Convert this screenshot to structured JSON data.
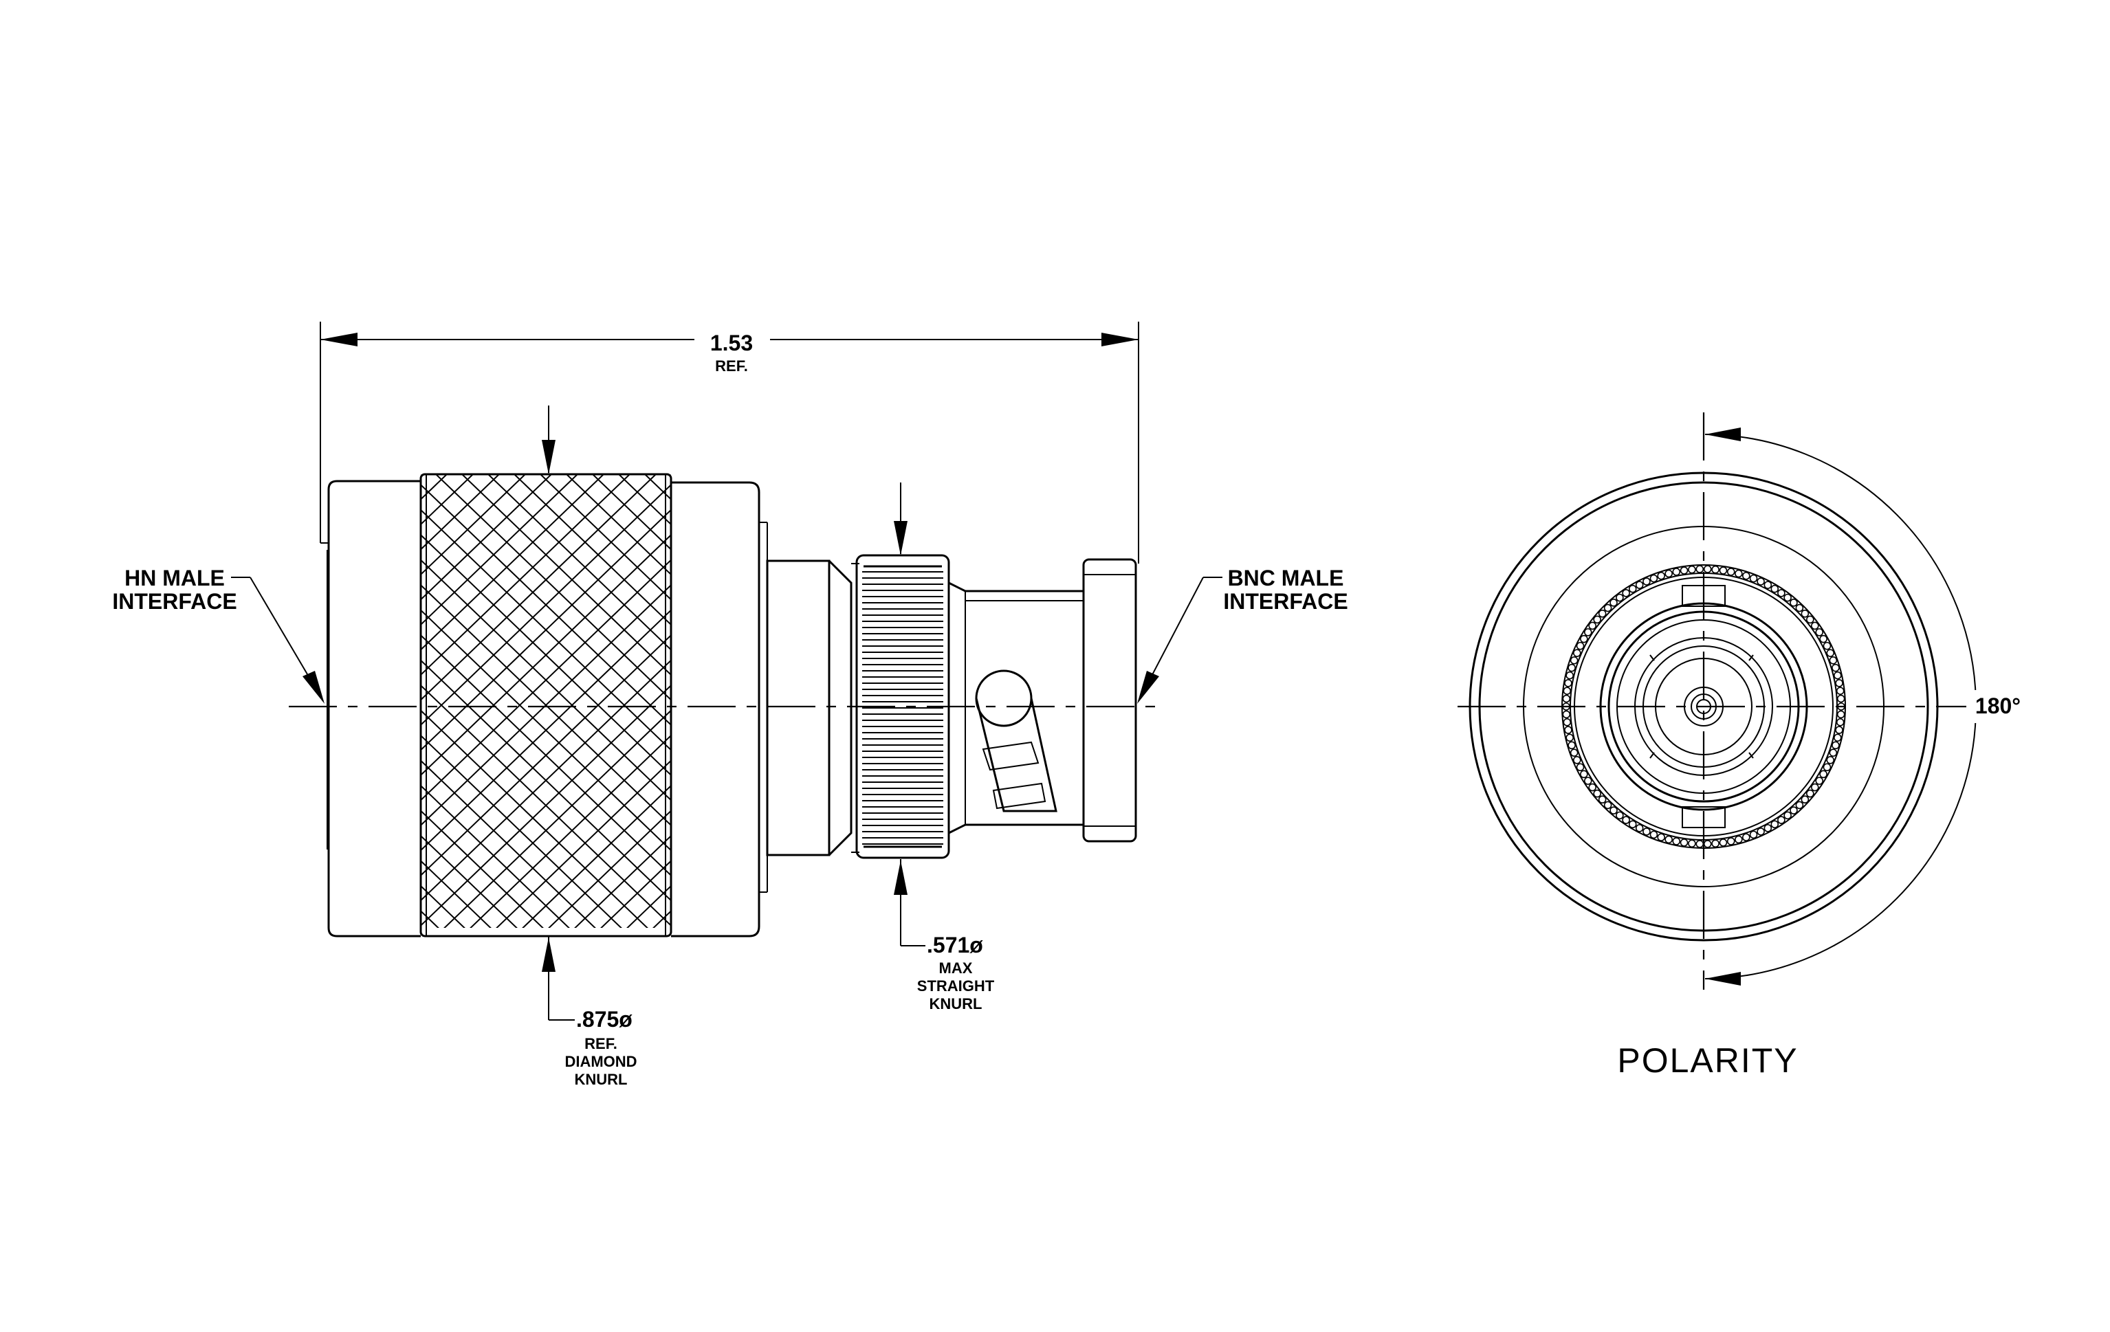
{
  "dimensions": {
    "overall_length": "1.53",
    "overall_length_note": "REF.",
    "diamond_knurl_diameter": ".875ø",
    "diamond_knurl_line1": "REF.",
    "diamond_knurl_line2": "DIAMOND",
    "diamond_knurl_line3": "KNURL",
    "straight_knurl_diameter": ".571ø",
    "straight_knurl_line1": "MAX",
    "straight_knurl_line2": "STRAIGHT",
    "straight_knurl_line3": "KNURL"
  },
  "labels": {
    "left_interface_line1": "HN  MALE",
    "left_interface_line2": "INTERFACE",
    "right_interface_line1": "BNC  MALE",
    "right_interface_line2": "INTERFACE"
  },
  "end_view": {
    "angle": "180°",
    "title": "POLARITY"
  }
}
